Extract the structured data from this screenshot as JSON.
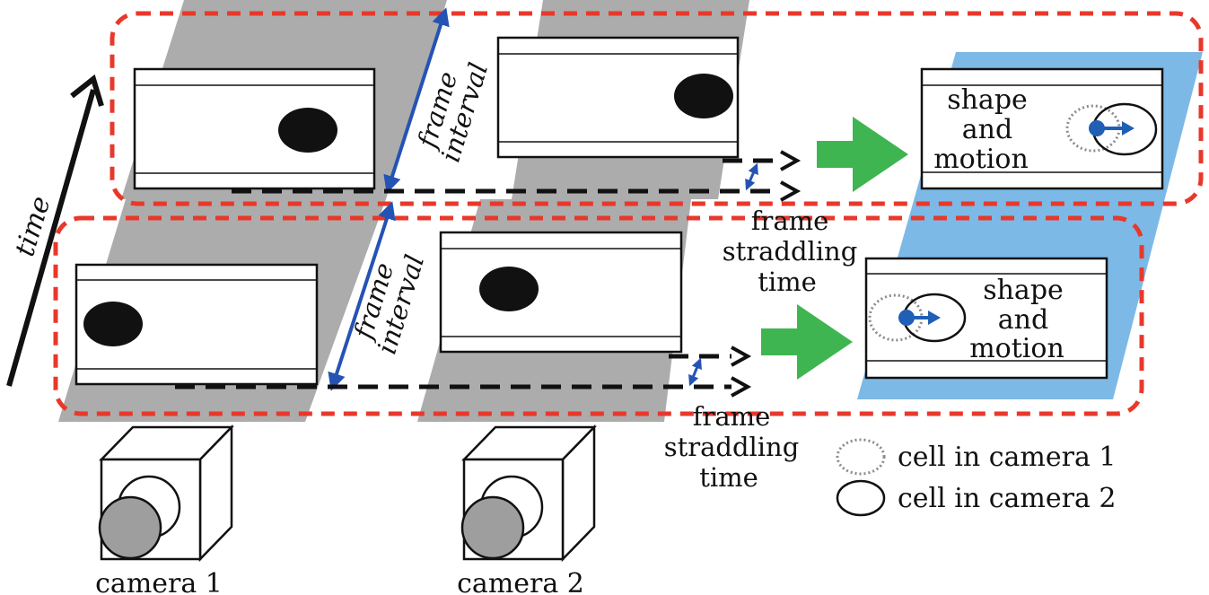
{
  "labels": {
    "time": "time",
    "frame_interval_top_1": "frame",
    "frame_interval_top_2": "interval",
    "frame_interval_bottom_1": "frame",
    "frame_interval_bottom_2": "interval",
    "straddling_top_1": "frame",
    "straddling_top_2": "straddling",
    "straddling_top_3": "time",
    "straddling_bottom_1": "frame",
    "straddling_bottom_2": "straddling",
    "straddling_bottom_3": "time",
    "shape_motion_top_1": "shape",
    "shape_motion_top_2": "and",
    "shape_motion_top_3": "motion",
    "shape_motion_bottom_1": "shape",
    "shape_motion_bottom_2": "and",
    "shape_motion_bottom_3": "motion",
    "camera1": "camera 1",
    "camera2": "camera 2"
  },
  "legend": {
    "cell_cam1": "cell in camera 1",
    "cell_cam2": "cell in camera 2"
  },
  "colors": {
    "grey_band": "#acacac",
    "blue_band": "#7db9e6",
    "red_dash": "#e8382b",
    "blue_arrow": "#2553b4",
    "green_arrow": "#3fb551",
    "cell_blue": "#1f5fb5",
    "black": "#111111"
  }
}
